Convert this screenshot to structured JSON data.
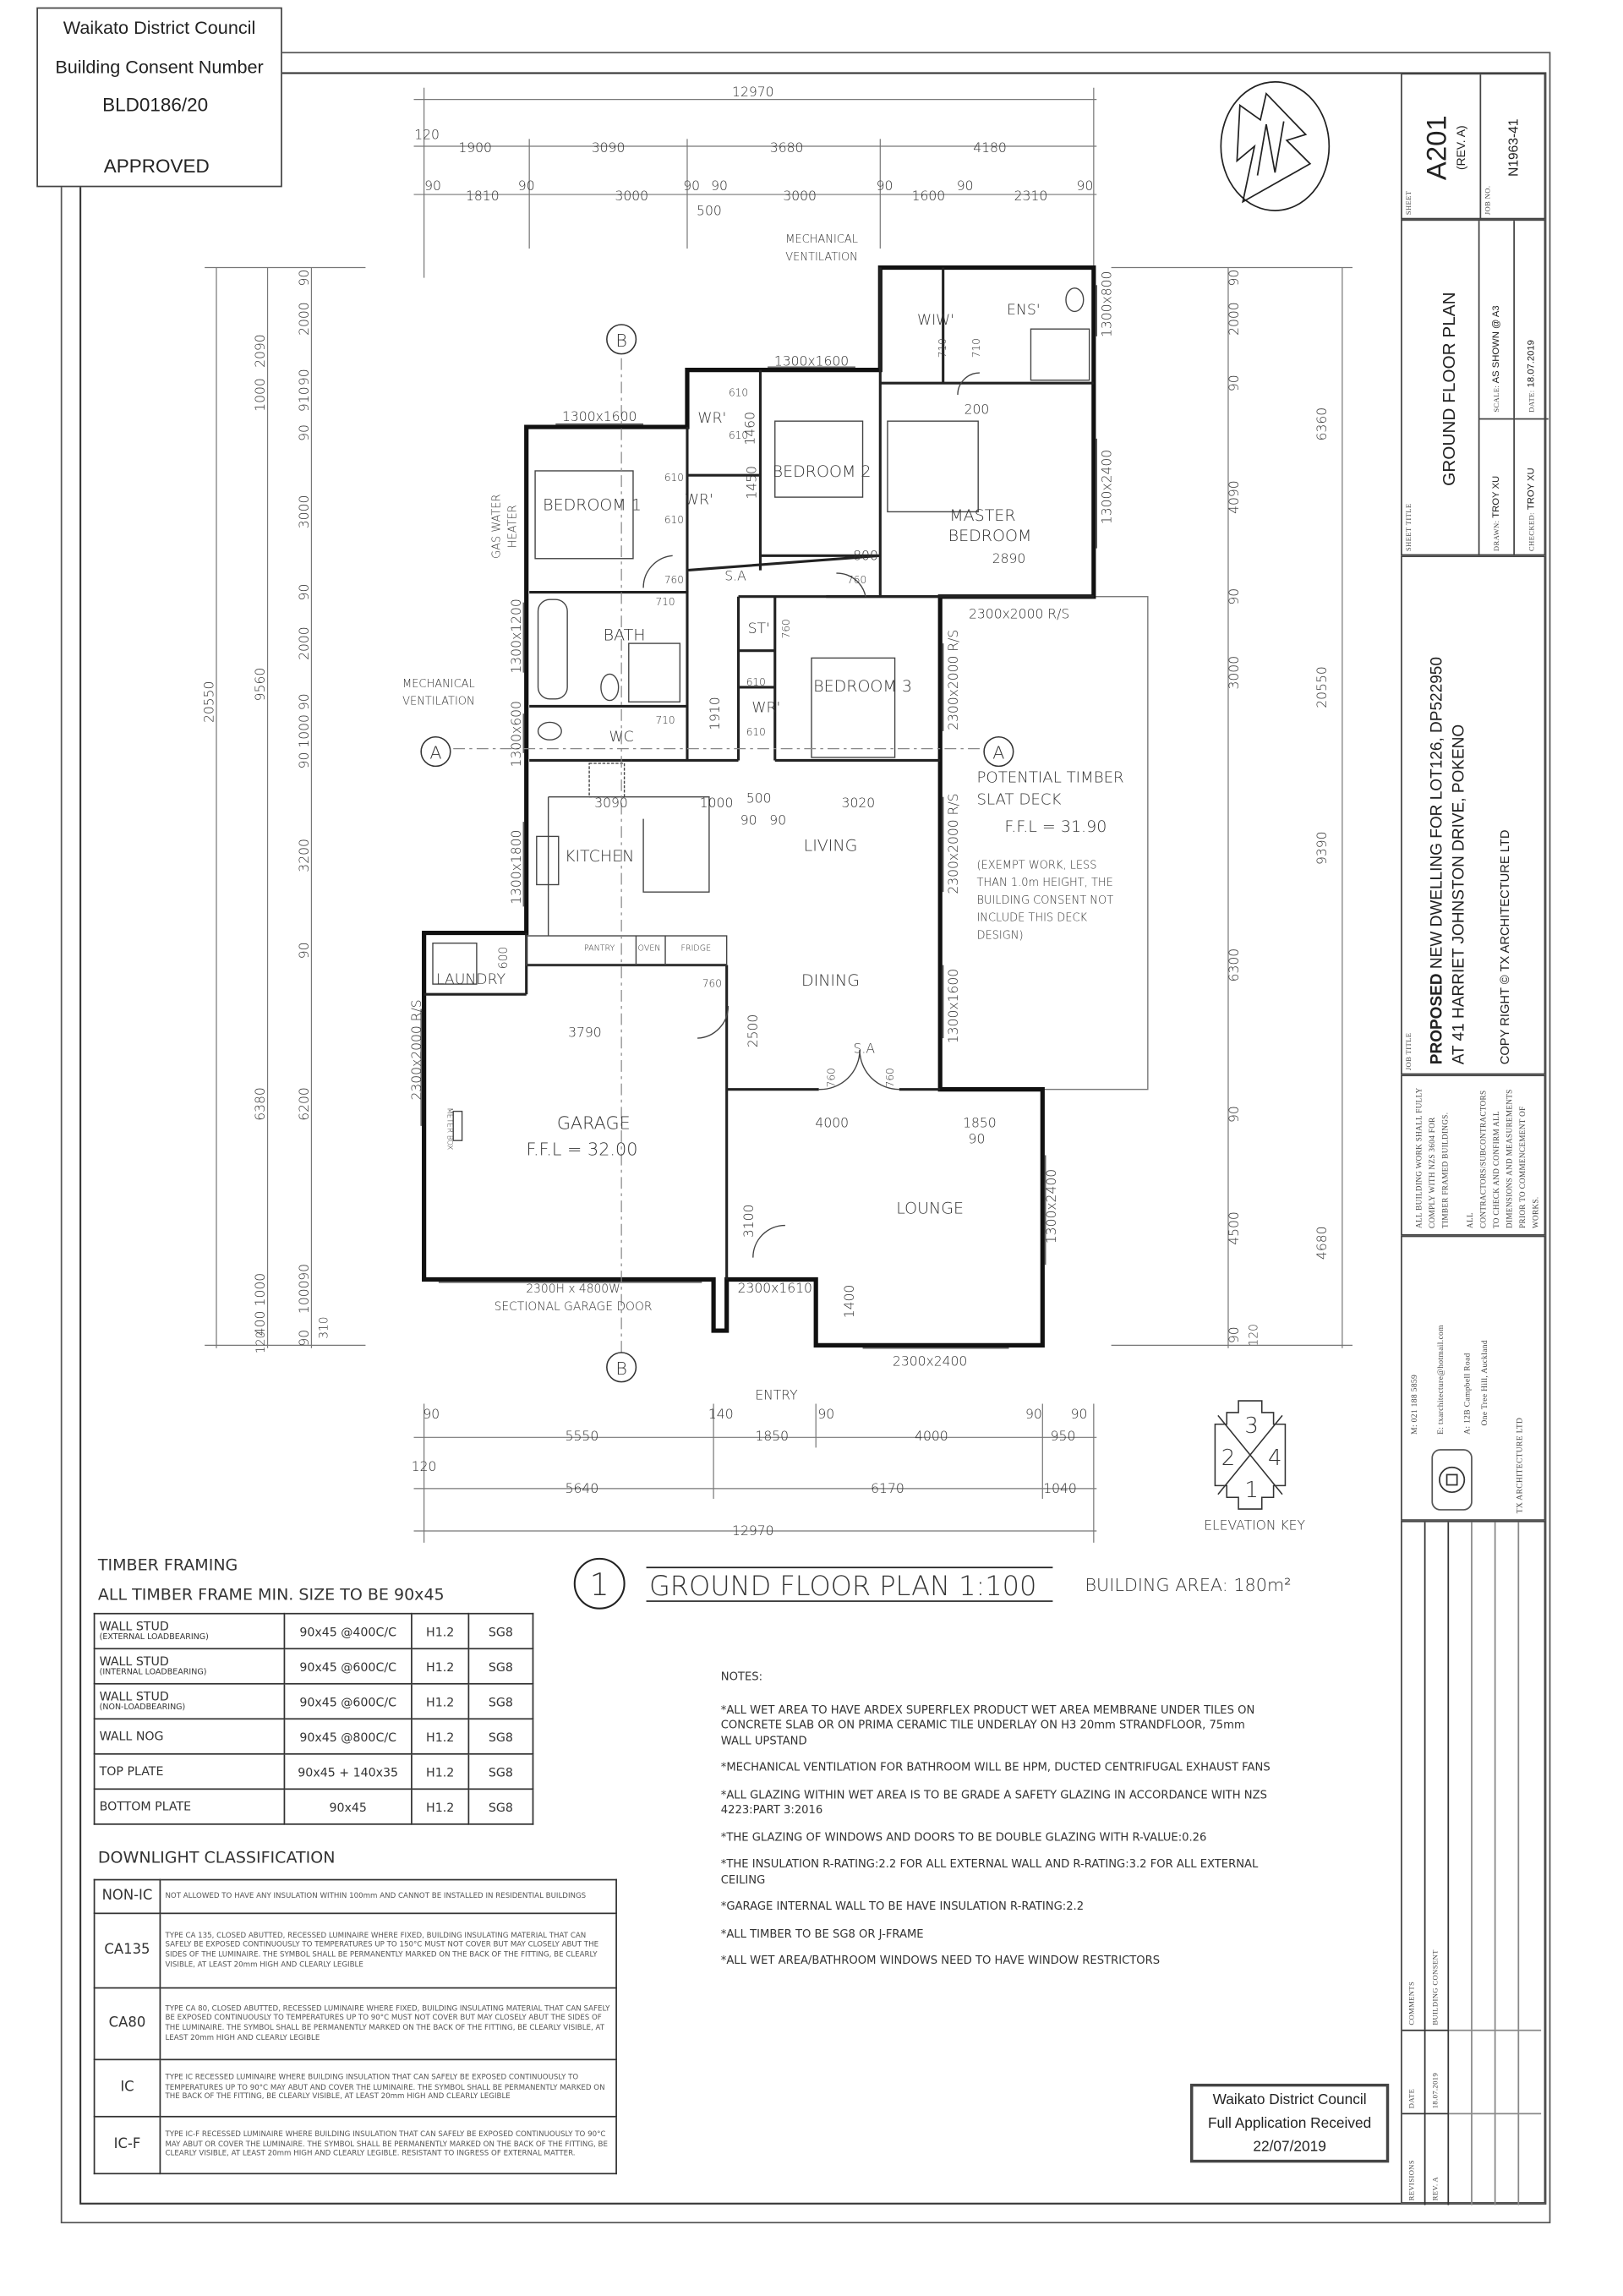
{
  "approval_stamp": {
    "council": "Waikato District Council",
    "label": "Building Consent Number",
    "number": "BLD0186/20",
    "status": "APPROVED"
  },
  "received_stamp": {
    "council": "Waikato District Council",
    "label": "Full Application Received",
    "date": "22/07/2019"
  },
  "title_block": {
    "sheet_label": "SHEET",
    "sheet_no": "A201",
    "revision": "(REV. A)",
    "job_no_label": "JOB NO.",
    "job_no": "N1963-41",
    "sheet_title_label": "SHEET TITLE",
    "sheet_title": "GROUND FLOOR PLAN",
    "drawn_label": "DRAWN:",
    "drawn": "TROY XU",
    "checked_label": "CHECKED:",
    "checked": "TROY XU",
    "scale_label": "SCALE:",
    "scale": "AS SHOWN @ A3",
    "date_label": "DATE:",
    "date": "18.07.2019",
    "job_title_label": "JOB TITLE",
    "job_title_bold": "PROPOSED",
    "job_title_rest": " NEW DWELLING FOR LOT126, DP522950",
    "address": "AT 41 HARRIET JOHNSTON DRIVE, POKENO",
    "copyright": "COPY RIGHT © TX ARCHITECTURE LTD",
    "general_notes": [
      "ALL BUILDING WORK SHALL FULLY COMPLY WITH NZS 3604 FOR TIMBER FRAMED BUILDINGS.",
      "ALL CONTRACTORS/SUBCONTRACTORS TO CHECK AND CONFIRM ALL DIMENSIONS AND MEASUREMENTS PRIOR TO COMMENCEMENT OF WORKS."
    ],
    "contact": {
      "mobile": "M: 021 188 5859",
      "email": "E: txarchitecture@hotmail.com",
      "address_1": "A: 12B Campbell Road",
      "address_2": "One Tree Hill, Auckland",
      "company": "TX ARCHITECTURE LTD"
    },
    "revisions": {
      "headers": [
        "REVISIONS",
        "DATE",
        "COMMENTS"
      ],
      "rows": [
        [
          "REV. A",
          "18.07.2019",
          "BUILDING CONSENT"
        ]
      ]
    }
  },
  "plan": {
    "rooms": [
      "WIW'",
      "ENS'",
      "BEDROOM 2",
      "MASTER",
      "BEDROOM",
      "BEDROOM 1",
      "WR'",
      "WR'",
      "BATH",
      "ST'",
      "BEDROOM 3",
      "WR'",
      "WC",
      "KITCHEN",
      "LIVING",
      "DINING",
      "LAUNDRY",
      "PANTRY",
      "OVEN",
      "FRIDGE",
      "GARAGE",
      "F.F.L = 32.00",
      "LOUNGE",
      "S.A",
      "S.A",
      "METER BOX"
    ],
    "annotations": [
      "MECHANICAL",
      "VENTILATION",
      "MECHANICAL",
      "VENTILATION",
      "GAS WATER",
      "HEATER",
      "POTENTIAL TIMBER",
      "SLAT DECK",
      "F.F.L = 31.90",
      "(EXEMPT WORK, LESS",
      "THAN 1.0m HEIGHT, THE",
      "BUILDING CONSENT NOT",
      "INCLUDE THIS DECK",
      "DESIGN)",
      "2300H x 4800W",
      "SECTIONAL GARAGE DOOR",
      "ENTRY"
    ],
    "openings": [
      "1300x1600",
      "1300x1600",
      "1300x800",
      "1300x2400",
      "2300x2000 R/S",
      "2300x2000 R/S",
      "2300x2000 R/S",
      "1300x1600",
      "1300x2400",
      "2300x2400",
      "2300x1610",
      "1300x1200",
      "1300x600",
      "1300x1800",
      "2300x2000 R/S",
      "600"
    ],
    "internal_dimensions": [
      "3090",
      "1000",
      "500",
      "3020",
      "90",
      "90",
      "3790",
      "2500",
      "4000",
      "1850",
      "90",
      "3100",
      "1400",
      "2890",
      "800",
      "200",
      "1450",
      "1460",
      "1910",
      "710",
      "710",
      "610",
      "610",
      "610",
      "610",
      "760",
      "760",
      "710",
      "710",
      "610",
      "610",
      "760",
      "760",
      "760",
      "760"
    ],
    "outer_dimensions": [
      "12970",
      "120",
      "1900",
      "3090",
      "3680",
      "4180",
      "90",
      "1810",
      "90",
      "3000",
      "90",
      "90",
      "500",
      "3000",
      "90",
      "1600",
      "90",
      "2310",
      "90",
      "20550",
      "2090",
      "1000",
      "9560",
      "6380",
      "1000",
      "400",
      "120",
      "90",
      "2000",
      "90",
      "910",
      "90",
      "3000",
      "90",
      "2000",
      "90",
      "1000",
      "90",
      "3200",
      "90",
      "6200",
      "90",
      "1000",
      "90",
      "310",
      "90",
      "2000",
      "90",
      "4090",
      "90",
      "3000",
      "6300",
      "90",
      "4500",
      "90",
      "120",
      "6360",
      "20550",
      "9390",
      "4680",
      "90",
      "5550",
      "140",
      "1850",
      "90",
      "4000",
      "90",
      "90",
      "950",
      "120",
      "5640",
      "6170",
      "1040",
      "12970"
    ],
    "section_markers": [
      "B",
      "B",
      "A",
      "A"
    ],
    "elevation_key": {
      "numbers": [
        "3",
        "2",
        "4",
        "1"
      ],
      "label": "ELEVATION KEY"
    },
    "drawing_number": "1",
    "drawing_title": "GROUND FLOOR PLAN 1:100",
    "building_area": "BUILDING AREA: 180m²"
  },
  "timber_framing": {
    "title": "TIMBER FRAMING",
    "subtitle": "ALL TIMBER FRAME MIN. SIZE TO BE 90x45",
    "rows": [
      {
        "member": "WALL STUD",
        "sub": "(EXTERNAL LOADBEARING)",
        "size": "90x45 @400C/C",
        "treatment": "H1.2",
        "grade": "SG8"
      },
      {
        "member": "WALL STUD",
        "sub": "(INTERNAL LOADBEARING)",
        "size": "90x45 @600C/C",
        "treatment": "H1.2",
        "grade": "SG8"
      },
      {
        "member": "WALL STUD",
        "sub": "(NON-LOADBEARING)",
        "size": "90x45 @600C/C",
        "treatment": "H1.2",
        "grade": "SG8"
      },
      {
        "member": "WALL NOG",
        "sub": "",
        "size": "90x45 @800C/C",
        "treatment": "H1.2",
        "grade": "SG8"
      },
      {
        "member": "TOP PLATE",
        "sub": "",
        "size": "90x45 + 140x35",
        "treatment": "H1.2",
        "grade": "SG8"
      },
      {
        "member": "BOTTOM PLATE",
        "sub": "",
        "size": "90x45",
        "treatment": "H1.2",
        "grade": "SG8"
      }
    ]
  },
  "downlight": {
    "title": "DOWNLIGHT CLASSIFICATION",
    "rows": [
      {
        "code": "NON-IC",
        "desc": "NOT ALLOWED TO HAVE ANY INSULATION WITHIN 100mm AND CANNOT BE INSTALLED IN RESIDENTIAL BUILDINGS"
      },
      {
        "code": "CA135",
        "desc": "TYPE CA 135, CLOSED ABUTTED, RECESSED LUMINAIRE WHERE FIXED, BUILDING INSULATING MATERIAL THAT CAN SAFELY BE EXPOSED CONTINUOUSLY TO TEMPERATURES UP TO 150°C MUST NOT COVER BUT MAY CLOSELY ABUT THE SIDES OF THE LUMINAIRE. THE SYMBOL SHALL BE PERMANENTLY MARKED ON THE BACK OF THE FITTING, BE CLEARLY VISIBLE, AT LEAST 20mm HIGH AND CLEARLY LEGIBLE"
      },
      {
        "code": "CA80",
        "desc": "TYPE CA 80, CLOSED ABUTTED, RECESSED LUMINAIRE WHERE FIXED, BUILDING INSULATING MATERIAL THAT CAN SAFELY BE EXPOSED CONTINUOUSLY TO TEMPERATURES UP TO 90°C MUST NOT COVER BUT MAY CLOSELY ABUT THE SIDES OF THE LUMINAIRE. THE SYMBOL SHALL BE PERMANENTLY MARKED ON THE BACK OF THE FITTING, BE CLEARLY VISIBLE, AT LEAST 20mm HIGH AND CLEARLY LEGIBLE"
      },
      {
        "code": "IC",
        "desc": "TYPE IC RECESSED LUMINAIRE WHERE BUILDING INSULATION THAT CAN SAFELY BE EXPOSED CONTINUOUSLY TO TEMPERATURES UP TO 90°C MAY ABUT AND COVER THE LUMINAIRE. THE SYMBOL SHALL BE PERMANENTLY MARKED ON THE BACK OF THE FITTING, BE CLEARLY VISIBLE, AT LEAST 20mm HIGH AND CLEARLY LEGIBLE"
      },
      {
        "code": "IC-F",
        "desc": "TYPE IC-F RECESSED LUMINAIRE WHERE BUILDING INSULATION THAT CAN SAFELY BE EXPOSED CONTINUOUSLY TO 90°C MAY ABUT OR COVER THE LUMINAIRE. THE SYMBOL SHALL BE PERMANENTLY MARKED ON THE BACK OF THE FITTING, BE CLEARLY VISIBLE, AT LEAST 20mm HIGH AND CLEARLY LEGIBLE. RESISTANT TO INGRESS OF EXTERNAL MATTER."
      }
    ]
  },
  "notes": {
    "title": "NOTES:",
    "items": [
      "*ALL WET AREA TO HAVE ARDEX SUPERFLEX PRODUCT WET AREA MEMBRANE UNDER TILES ON CONCRETE SLAB OR ON PRIMA CERAMIC TILE UNDERLAY ON H3 20mm STRANDFLOOR, 75mm WALL UPSTAND",
      "*MECHANICAL VENTILATION FOR BATHROOM WILL BE HPM, DUCTED CENTRIFUGAL EXHAUST FANS",
      "*ALL GLAZING WITHIN WET AREA IS TO BE GRADE A SAFETY GLAZING IN ACCORDANCE WITH NZS 4223:PART 3:2016",
      "*THE GLAZING OF WINDOWS AND DOORS TO BE DOUBLE GLAZING WITH R-VALUE:0.26",
      "*THE INSULATION R-RATING:2.2 FOR ALL EXTERNAL WALL AND R-RATING:3.2 FOR ALL EXTERNAL CEILING",
      "*GARAGE INTERNAL WALL TO BE HAVE INSULATION R-RATING:2.2",
      "*ALL TIMBER TO BE SG8 OR J-FRAME",
      "*ALL WET AREA/BATHROOM WINDOWS NEED TO HAVE WINDOW RESTRICTORS"
    ]
  }
}
